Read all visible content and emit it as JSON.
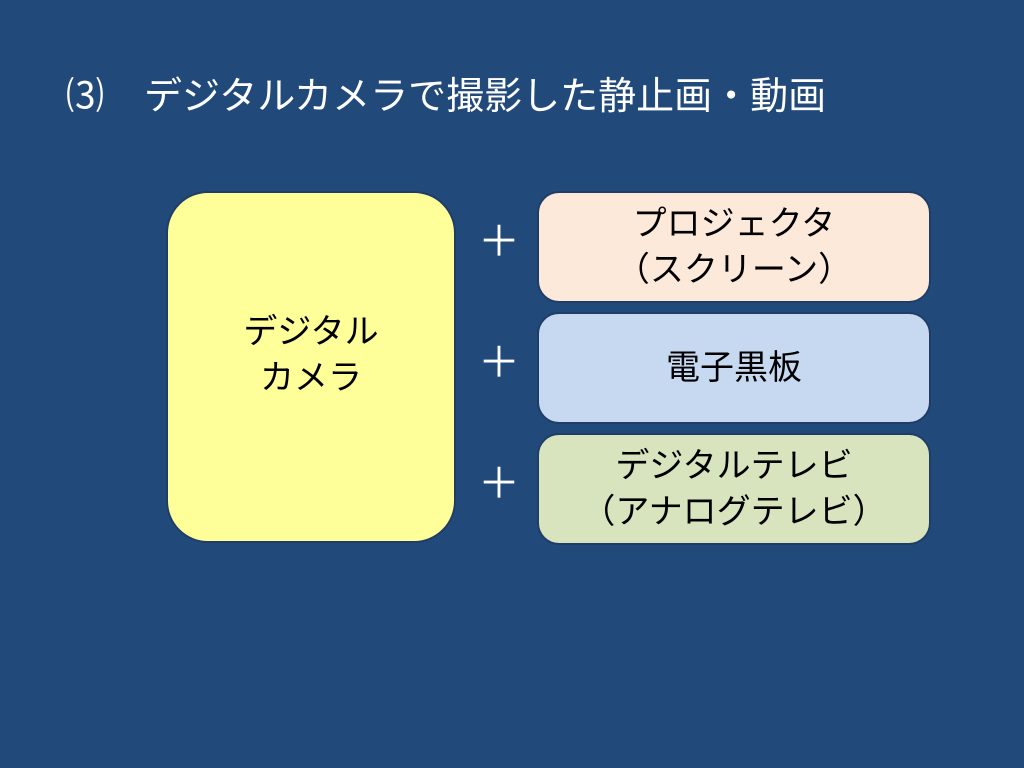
{
  "slide": {
    "title_number": "⑶",
    "title": "デジタルカメラで撮影した静止画・動画"
  },
  "camera": {
    "line1": "デジタル",
    "line2": "カメラ"
  },
  "plus_symbol": "＋",
  "options": [
    {
      "line1": "プロジェクタ",
      "line2": "（スクリーン）"
    },
    {
      "line1": "電子黒板"
    },
    {
      "line1": "デジタルテレビ",
      "line2": "（アナログテレビ）"
    }
  ],
  "colors": {
    "background": "#214a7b",
    "camera_box": "#ffff99",
    "projector_box": "#fde9d9",
    "board_box": "#c6d9f1",
    "tv_box": "#d7e4bd"
  }
}
